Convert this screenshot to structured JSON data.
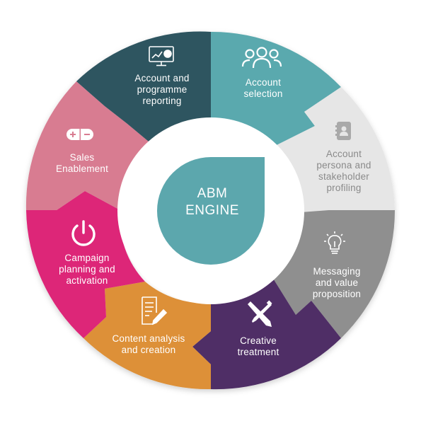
{
  "center": {
    "label": "ABM\nENGINE"
  },
  "segments": [
    {
      "id": "account-selection",
      "label": "Account\nselection",
      "color": "#5aa9ae",
      "icon": "users-icon"
    },
    {
      "id": "account-persona",
      "label": "Account\npersona and\nstakeholder\nprofiling",
      "color": "#e6e6e6",
      "icon": "address-book-icon"
    },
    {
      "id": "messaging",
      "label": "Messaging\nand value\nproposition",
      "color": "#8f8f8f",
      "icon": "lightbulb-icon"
    },
    {
      "id": "creative",
      "label": "Creative\ntreatment",
      "color": "#4f2f66",
      "icon": "brush-pencil-icon"
    },
    {
      "id": "content",
      "label": "Content analysis\nand creation",
      "color": "#dd9038",
      "icon": "document-pencil-icon"
    },
    {
      "id": "campaign",
      "label": "Campaign\nplanning and\nactivation",
      "color": "#dd2578",
      "icon": "power-icon"
    },
    {
      "id": "sales",
      "label": "Sales\nEnablement",
      "color": "#d87c91",
      "icon": "battery-icon"
    },
    {
      "id": "reporting",
      "label": "Account and\nprogramme\nreporting",
      "color": "#2e5561",
      "icon": "monitor-chart-icon"
    }
  ],
  "colors": {
    "center": "#5ca7ad",
    "inner_ring": "#ffffff"
  }
}
